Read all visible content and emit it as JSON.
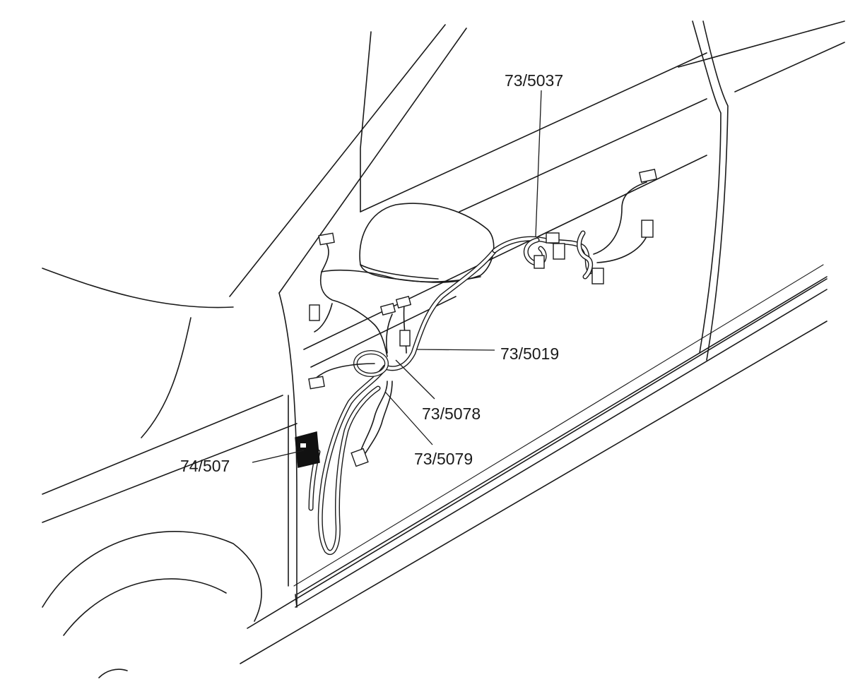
{
  "callouts": {
    "c1": "73/5037",
    "c2": "73/5019",
    "c3": "73/5078",
    "c4": "73/5079",
    "c5": "74/507"
  },
  "colors": {
    "line": "#1a1a1a",
    "background": "#ffffff",
    "module_fill": "#111111"
  }
}
